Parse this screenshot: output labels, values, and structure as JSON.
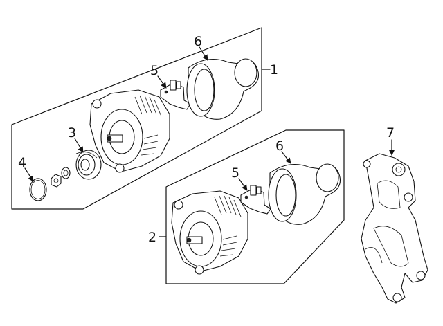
{
  "callouts": {
    "c1": "1",
    "c2": "2",
    "c3": "3",
    "c4": "4",
    "c5a": "5",
    "c5b": "5",
    "c6a": "6",
    "c6b": "6",
    "c7": "7"
  },
  "parts": [
    {
      "ref": "1",
      "kind": "alternator-assembly"
    },
    {
      "ref": "2",
      "kind": "alternator-assembly"
    },
    {
      "ref": "3",
      "kind": "pulley"
    },
    {
      "ref": "4",
      "kind": "retaining-ring"
    },
    {
      "ref": "5",
      "kind": "voltage-regulator"
    },
    {
      "ref": "6",
      "kind": "air-duct"
    },
    {
      "ref": "7",
      "kind": "mounting-bracket"
    }
  ]
}
